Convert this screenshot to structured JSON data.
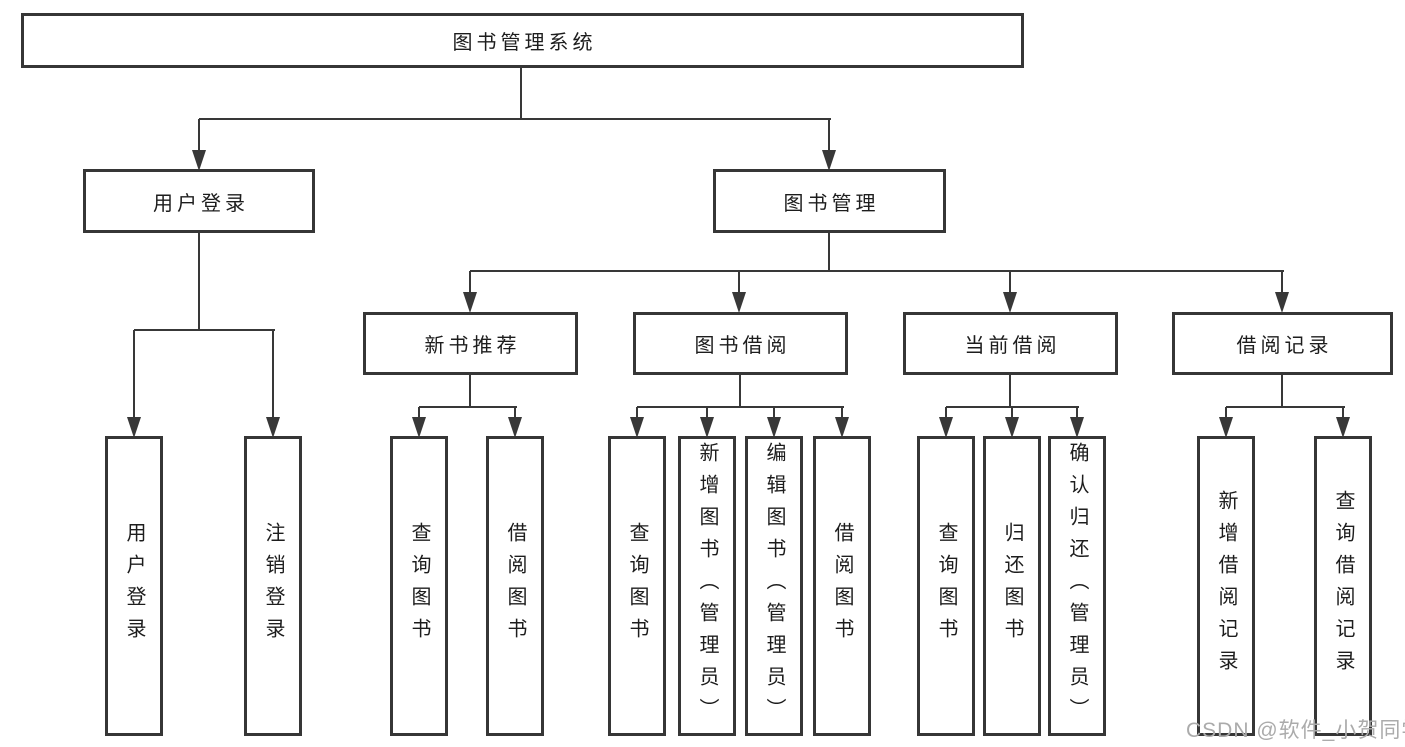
{
  "diagram": {
    "title": "图书管理系统",
    "root": {
      "label": "图书管理系统"
    },
    "level2": [
      {
        "label": "用户登录"
      },
      {
        "label": "图书管理"
      }
    ],
    "level3": [
      {
        "label": "新书推荐"
      },
      {
        "label": "图书借阅"
      },
      {
        "label": "当前借阅"
      },
      {
        "label": "借阅记录"
      }
    ],
    "leaves": {
      "login": [
        "用户登录",
        "注销登录"
      ],
      "newbook": [
        "查询图书",
        "借阅图书"
      ],
      "borrow": [
        "查询图书",
        "新增图书（管理员）",
        "编辑图书（管理员）",
        "借阅图书"
      ],
      "current": [
        "查询图书",
        "归还图书",
        "确认归还（管理员）"
      ],
      "records": [
        "新增借阅记录",
        "查询借阅记录"
      ]
    }
  },
  "watermark": {
    "text": "CSDN @软件_小贺同学",
    "color": "#ababab"
  },
  "colors": {
    "line": "#383838",
    "box_border": "#363636",
    "text": "#1d1d1d",
    "background": "#ffffff"
  }
}
